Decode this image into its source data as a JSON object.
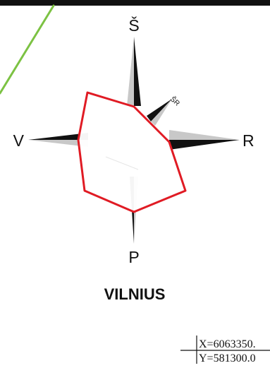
{
  "colors": {
    "frame": "#111111",
    "road_line": "#7cc243",
    "boundary": "#e01b24",
    "compass_dark": "#111111",
    "compass_light": "#c8c8c8"
  },
  "compass": {
    "north_label": "Š",
    "east_label": "R",
    "south_label": "P",
    "west_label": "V",
    "northeast_label": "ŠR"
  },
  "city": {
    "name": "VILNIUS"
  },
  "coordinates": {
    "x_label": "X=6063350.",
    "y_label": "Y=581300.0"
  }
}
